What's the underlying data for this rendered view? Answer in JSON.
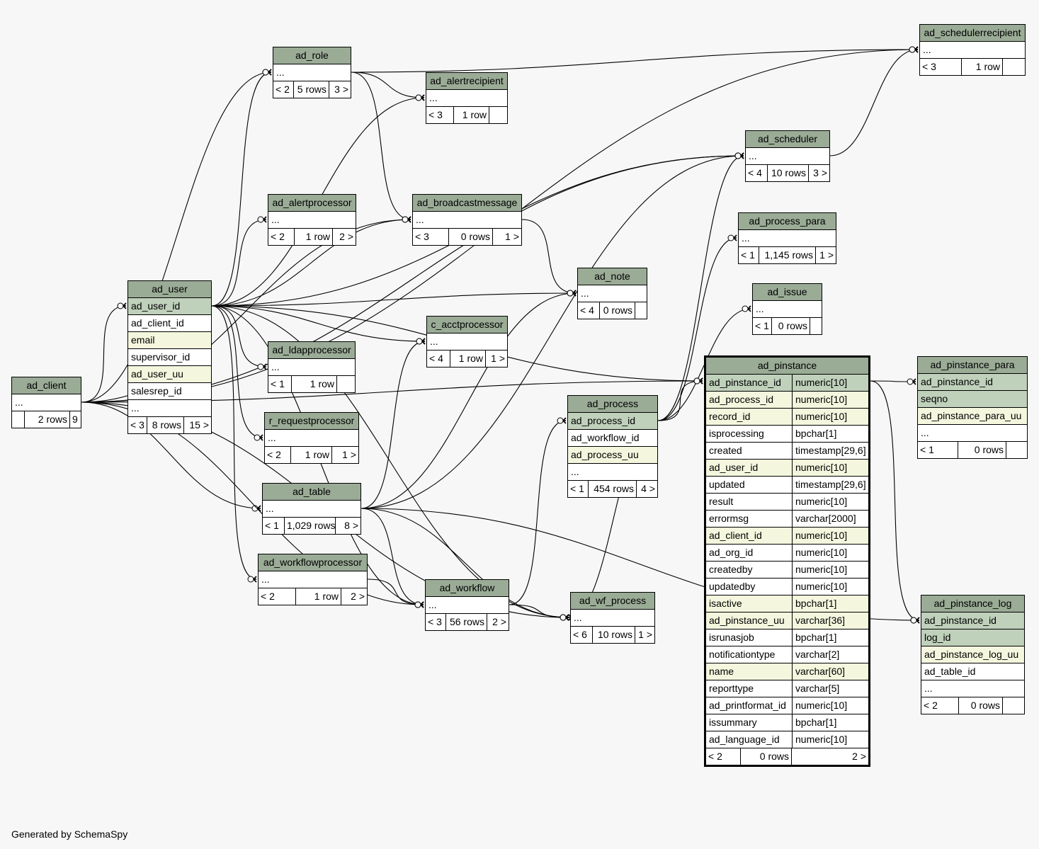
{
  "footer_text": "Generated by SchemaSpy",
  "tables": {
    "ad_client": {
      "name": "ad_client",
      "columns": [
        {
          "name": "...",
          "kind": "plain"
        }
      ],
      "parents": "",
      "rows": "2 rows",
      "children": "9 >"
    },
    "ad_user": {
      "name": "ad_user",
      "columns": [
        {
          "name": "ad_user_id",
          "kind": "pk"
        },
        {
          "name": "ad_client_id",
          "kind": "plain"
        },
        {
          "name": "email",
          "kind": "fk"
        },
        {
          "name": "supervisor_id",
          "kind": "plain"
        },
        {
          "name": "ad_user_uu",
          "kind": "fk"
        },
        {
          "name": "salesrep_id",
          "kind": "plain"
        },
        {
          "name": "...",
          "kind": "plain"
        }
      ],
      "parents": "< 3",
      "rows": "8 rows",
      "children": "15 >"
    },
    "ad_role": {
      "name": "ad_role",
      "columns": [
        {
          "name": "...",
          "kind": "plain"
        }
      ],
      "parents": "< 2",
      "rows": "5 rows",
      "children": "3 >"
    },
    "ad_alertrecipient": {
      "name": "ad_alertrecipient",
      "columns": [
        {
          "name": "...",
          "kind": "plain"
        }
      ],
      "parents": "< 3",
      "rows": "1 row",
      "children": ""
    },
    "ad_alertprocessor": {
      "name": "ad_alertprocessor",
      "columns": [
        {
          "name": "...",
          "kind": "plain"
        }
      ],
      "parents": "< 2",
      "rows": "1 row",
      "children": "2 >"
    },
    "ad_broadcastmessage": {
      "name": "ad_broadcastmessage",
      "columns": [
        {
          "name": "...",
          "kind": "plain"
        }
      ],
      "parents": "< 3",
      "rows": "0 rows",
      "children": "1 >"
    },
    "ad_ldapprocessor": {
      "name": "ad_ldapprocessor",
      "columns": [
        {
          "name": "...",
          "kind": "plain"
        }
      ],
      "parents": "< 1",
      "rows": "1 row",
      "children": ""
    },
    "r_requestprocessor": {
      "name": "r_requestprocessor",
      "columns": [
        {
          "name": "...",
          "kind": "plain"
        }
      ],
      "parents": "< 2",
      "rows": "1 row",
      "children": "1 >"
    },
    "ad_table": {
      "name": "ad_table",
      "columns": [
        {
          "name": "...",
          "kind": "plain"
        }
      ],
      "parents": "< 1",
      "rows": "1,029 rows",
      "children": "8 >"
    },
    "ad_workflowprocessor": {
      "name": "ad_workflowprocessor",
      "columns": [
        {
          "name": "...",
          "kind": "plain"
        }
      ],
      "parents": "< 2",
      "rows": "1 row",
      "children": "2 >"
    },
    "c_acctprocessor": {
      "name": "c_acctprocessor",
      "columns": [
        {
          "name": "...",
          "kind": "plain"
        }
      ],
      "parents": "< 4",
      "rows": "1 row",
      "children": "1 >"
    },
    "ad_workflow": {
      "name": "ad_workflow",
      "columns": [
        {
          "name": "...",
          "kind": "plain"
        }
      ],
      "parents": "< 3",
      "rows": "56 rows",
      "children": "2 >"
    },
    "ad_wf_process": {
      "name": "ad_wf_process",
      "columns": [
        {
          "name": "...",
          "kind": "plain"
        }
      ],
      "parents": "< 6",
      "rows": "10 rows",
      "children": "1 >"
    },
    "ad_process": {
      "name": "ad_process",
      "columns": [
        {
          "name": "ad_process_id",
          "kind": "pk"
        },
        {
          "name": "ad_workflow_id",
          "kind": "plain"
        },
        {
          "name": "ad_process_uu",
          "kind": "fk"
        },
        {
          "name": "...",
          "kind": "plain"
        }
      ],
      "parents": "< 1",
      "rows": "454 rows",
      "children": "4 >"
    },
    "ad_note": {
      "name": "ad_note",
      "columns": [
        {
          "name": "...",
          "kind": "plain"
        }
      ],
      "parents": "< 4",
      "rows": "0 rows",
      "children": ""
    },
    "ad_scheduler": {
      "name": "ad_scheduler",
      "columns": [
        {
          "name": "...",
          "kind": "plain"
        }
      ],
      "parents": "< 4",
      "rows": "10 rows",
      "children": "3 >"
    },
    "ad_schedulerrecipient": {
      "name": "ad_schedulerrecipient",
      "columns": [
        {
          "name": "...",
          "kind": "plain"
        }
      ],
      "parents": "< 3",
      "rows": "1 row",
      "children": ""
    },
    "ad_process_para": {
      "name": "ad_process_para",
      "columns": [
        {
          "name": "...",
          "kind": "plain"
        }
      ],
      "parents": "< 1",
      "rows": "1,145 rows",
      "children": "1 >"
    },
    "ad_issue": {
      "name": "ad_issue",
      "columns": [
        {
          "name": "...",
          "kind": "plain"
        }
      ],
      "parents": "< 1",
      "rows": "0 rows",
      "children": ""
    },
    "ad_pinstance": {
      "name": "ad_pinstance",
      "columns": [
        {
          "name": "ad_pinstance_id",
          "type": "numeric[10]",
          "kind": "pk"
        },
        {
          "name": "ad_process_id",
          "type": "numeric[10]",
          "kind": "fk"
        },
        {
          "name": "record_id",
          "type": "numeric[10]",
          "kind": "fk"
        },
        {
          "name": "isprocessing",
          "type": "bpchar[1]",
          "kind": "plain"
        },
        {
          "name": "created",
          "type": "timestamp[29,6]",
          "kind": "plain"
        },
        {
          "name": "ad_user_id",
          "type": "numeric[10]",
          "kind": "fk"
        },
        {
          "name": "updated",
          "type": "timestamp[29,6]",
          "kind": "plain"
        },
        {
          "name": "result",
          "type": "numeric[10]",
          "kind": "plain"
        },
        {
          "name": "errormsg",
          "type": "varchar[2000]",
          "kind": "plain"
        },
        {
          "name": "ad_client_id",
          "type": "numeric[10]",
          "kind": "fk"
        },
        {
          "name": "ad_org_id",
          "type": "numeric[10]",
          "kind": "plain"
        },
        {
          "name": "createdby",
          "type": "numeric[10]",
          "kind": "plain"
        },
        {
          "name": "updatedby",
          "type": "numeric[10]",
          "kind": "plain"
        },
        {
          "name": "isactive",
          "type": "bpchar[1]",
          "kind": "fk"
        },
        {
          "name": "ad_pinstance_uu",
          "type": "varchar[36]",
          "kind": "fk"
        },
        {
          "name": "isrunasjob",
          "type": "bpchar[1]",
          "kind": "plain"
        },
        {
          "name": "notificationtype",
          "type": "varchar[2]",
          "kind": "plain"
        },
        {
          "name": "name",
          "type": "varchar[60]",
          "kind": "fk"
        },
        {
          "name": "reporttype",
          "type": "varchar[5]",
          "kind": "plain"
        },
        {
          "name": "ad_printformat_id",
          "type": "numeric[10]",
          "kind": "plain"
        },
        {
          "name": "issummary",
          "type": "bpchar[1]",
          "kind": "plain"
        },
        {
          "name": "ad_language_id",
          "type": "numeric[10]",
          "kind": "plain"
        }
      ],
      "parents": "< 2",
      "rows": "0 rows",
      "children": "2 >"
    },
    "ad_pinstance_para": {
      "name": "ad_pinstance_para",
      "columns": [
        {
          "name": "ad_pinstance_id",
          "kind": "pk"
        },
        {
          "name": "seqno",
          "kind": "pk"
        },
        {
          "name": "ad_pinstance_para_uu",
          "kind": "fk"
        },
        {
          "name": "...",
          "kind": "plain"
        }
      ],
      "parents": "< 1",
      "rows": "0 rows",
      "children": ""
    },
    "ad_pinstance_log": {
      "name": "ad_pinstance_log",
      "columns": [
        {
          "name": "ad_pinstance_id",
          "kind": "pk"
        },
        {
          "name": "log_id",
          "kind": "pk"
        },
        {
          "name": "ad_pinstance_log_uu",
          "kind": "fk"
        },
        {
          "name": "ad_table_id",
          "kind": "plain"
        },
        {
          "name": "...",
          "kind": "plain"
        }
      ],
      "parents": "< 2",
      "rows": "0 rows",
      "children": ""
    }
  },
  "relationships": [
    {
      "from": "ad_client",
      "to": "ad_user"
    },
    {
      "from": "ad_client",
      "to": "ad_role"
    },
    {
      "from": "ad_client",
      "to": "ad_scheduler"
    },
    {
      "from": "ad_client",
      "to": "ad_broadcastmessage"
    },
    {
      "from": "ad_client",
      "to": "ad_table"
    },
    {
      "from": "ad_client",
      "to": "ad_workflow"
    },
    {
      "from": "ad_client",
      "to": "ad_wf_process"
    },
    {
      "from": "ad_client",
      "to": "ad_pinstance"
    },
    {
      "from": "ad_client",
      "to": "ad_schedulerrecipient"
    },
    {
      "from": "ad_user",
      "to": "ad_role"
    },
    {
      "from": "ad_user",
      "to": "ad_alertrecipient"
    },
    {
      "from": "ad_user",
      "to": "ad_alertprocessor"
    },
    {
      "from": "ad_user",
      "to": "ad_broadcastmessage"
    },
    {
      "from": "ad_user",
      "to": "ad_note"
    },
    {
      "from": "ad_user",
      "to": "c_acctprocessor"
    },
    {
      "from": "ad_user",
      "to": "ad_ldapprocessor"
    },
    {
      "from": "ad_user",
      "to": "r_requestprocessor"
    },
    {
      "from": "ad_user",
      "to": "ad_workflowprocessor"
    },
    {
      "from": "ad_user",
      "to": "ad_workflow"
    },
    {
      "from": "ad_user",
      "to": "ad_wf_process"
    },
    {
      "from": "ad_user",
      "to": "ad_scheduler"
    },
    {
      "from": "ad_user",
      "to": "ad_pinstance"
    },
    {
      "from": "ad_role",
      "to": "ad_alertrecipient"
    },
    {
      "from": "ad_role",
      "to": "ad_broadcastmessage"
    },
    {
      "from": "ad_role",
      "to": "ad_schedulerrecipient"
    },
    {
      "from": "ad_broadcastmessage",
      "to": "ad_note"
    },
    {
      "from": "ad_table",
      "to": "c_acctprocessor"
    },
    {
      "from": "ad_table",
      "to": "ad_note"
    },
    {
      "from": "ad_table",
      "to": "ad_workflow"
    },
    {
      "from": "ad_table",
      "to": "ad_wf_process"
    },
    {
      "from": "ad_table",
      "to": "ad_scheduler"
    },
    {
      "from": "ad_table",
      "to": "ad_pinstance_log"
    },
    {
      "from": "ad_workflowprocessor",
      "to": "ad_workflow"
    },
    {
      "from": "ad_workflow",
      "to": "ad_wf_process"
    },
    {
      "from": "ad_workflow",
      "to": "ad_process"
    },
    {
      "from": "ad_process",
      "to": "ad_scheduler"
    },
    {
      "from": "ad_process",
      "to": "ad_process_para"
    },
    {
      "from": "ad_process",
      "to": "ad_issue"
    },
    {
      "from": "ad_process",
      "to": "ad_pinstance"
    },
    {
      "from": "ad_process",
      "to": "ad_wf_process"
    },
    {
      "from": "ad_scheduler",
      "to": "ad_schedulerrecipient"
    },
    {
      "from": "ad_pinstance",
      "to": "ad_pinstance_para"
    },
    {
      "from": "ad_pinstance",
      "to": "ad_pinstance_log"
    }
  ]
}
